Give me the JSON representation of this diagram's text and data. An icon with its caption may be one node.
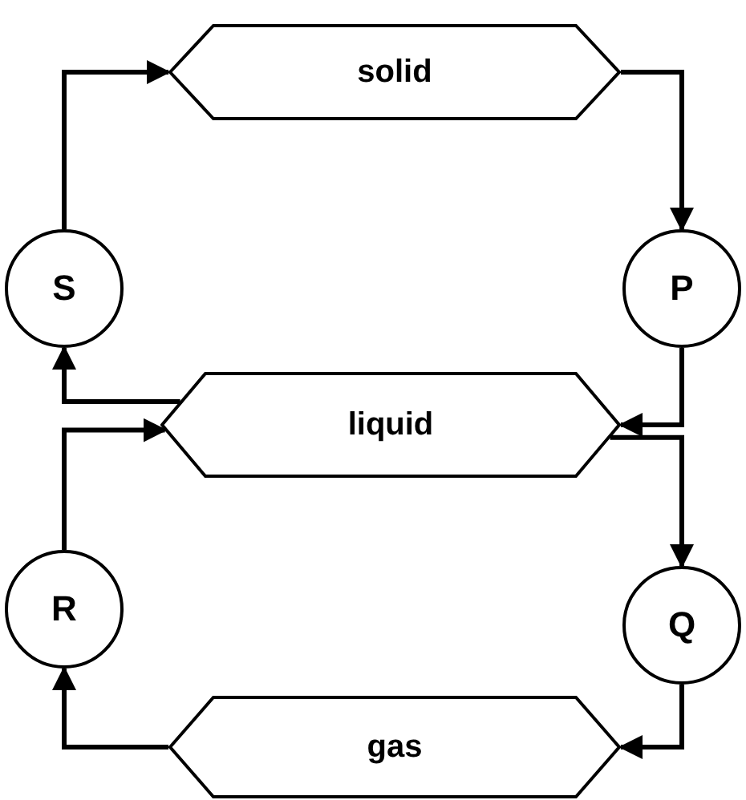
{
  "diagram": {
    "nodes": [
      {
        "text": [
          "solid"
        ]
      },
      {
        "text": [
          "S"
        ]
      },
      {
        "text": [
          "P"
        ]
      },
      {
        "text": [
          "liquid"
        ]
      },
      {
        "text": [
          "R"
        ]
      },
      {
        "text": [
          "Q"
        ]
      },
      {
        "text": [
          "gas"
        ]
      }
    ],
    "edges": [
      {
        "from": 1,
        "to": 0,
        "arrow": "to"
      },
      {
        "from": 0,
        "to": 2,
        "arrow": "to"
      },
      {
        "from": 2,
        "to": 3,
        "arrow": "to"
      },
      {
        "from": 3,
        "to": 1,
        "arrow": "to"
      },
      {
        "from": 4,
        "to": 3,
        "arrow": "to"
      },
      {
        "from": 3,
        "to": 5,
        "arrow": "to"
      },
      {
        "from": 5,
        "to": 6,
        "arrow": "to"
      },
      {
        "from": 6,
        "to": 4,
        "arrow": "to"
      }
    ]
  }
}
